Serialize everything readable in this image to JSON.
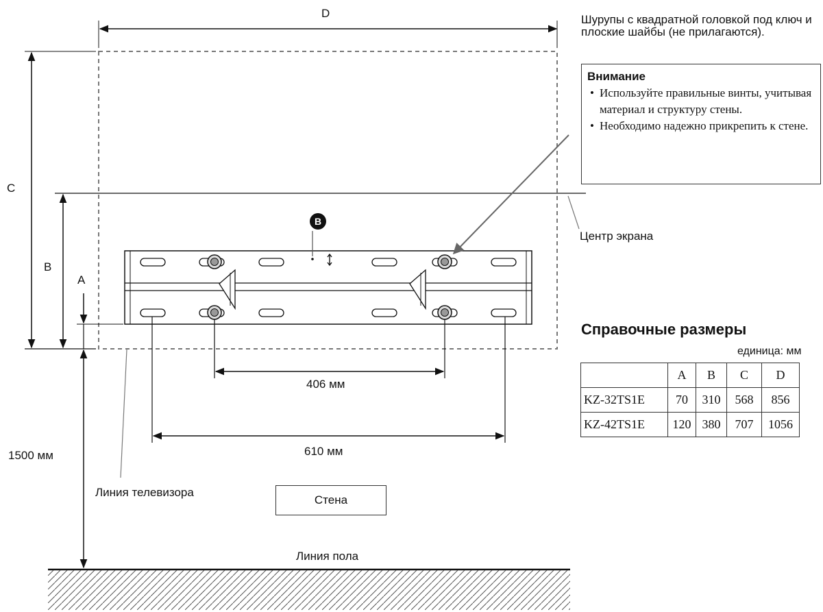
{
  "labels": {
    "dim_a": "A",
    "dim_b": "B",
    "dim_c": "C",
    "dim_d": "D",
    "dim_406": "406 мм",
    "dim_610": "610 мм",
    "dim_1500": "1500 мм",
    "screen_center": "Центр экрана",
    "tv_line": "Линия телевизора",
    "floor_line": "Линия пола",
    "wall": "Стена",
    "part_b": "B"
  },
  "screws_note": "Шурупы с квадратной головкой под ключ и плоские шайбы (не прилагаются).",
  "caution": {
    "title": "Внимание",
    "items": [
      "Используйте правильные винты, учитывая материал и структуру стены.",
      "Необходимо надежно прикрепить к стене."
    ]
  },
  "reference": {
    "title": "Справочные размеры",
    "unit": "единица: мм",
    "headers": [
      "",
      "A",
      "B",
      "C",
      "D"
    ],
    "rows": [
      [
        "KZ-32TS1E",
        "70",
        "310",
        "568",
        "856"
      ],
      [
        "KZ-42TS1E",
        "120",
        "380",
        "707",
        "1056"
      ]
    ]
  }
}
